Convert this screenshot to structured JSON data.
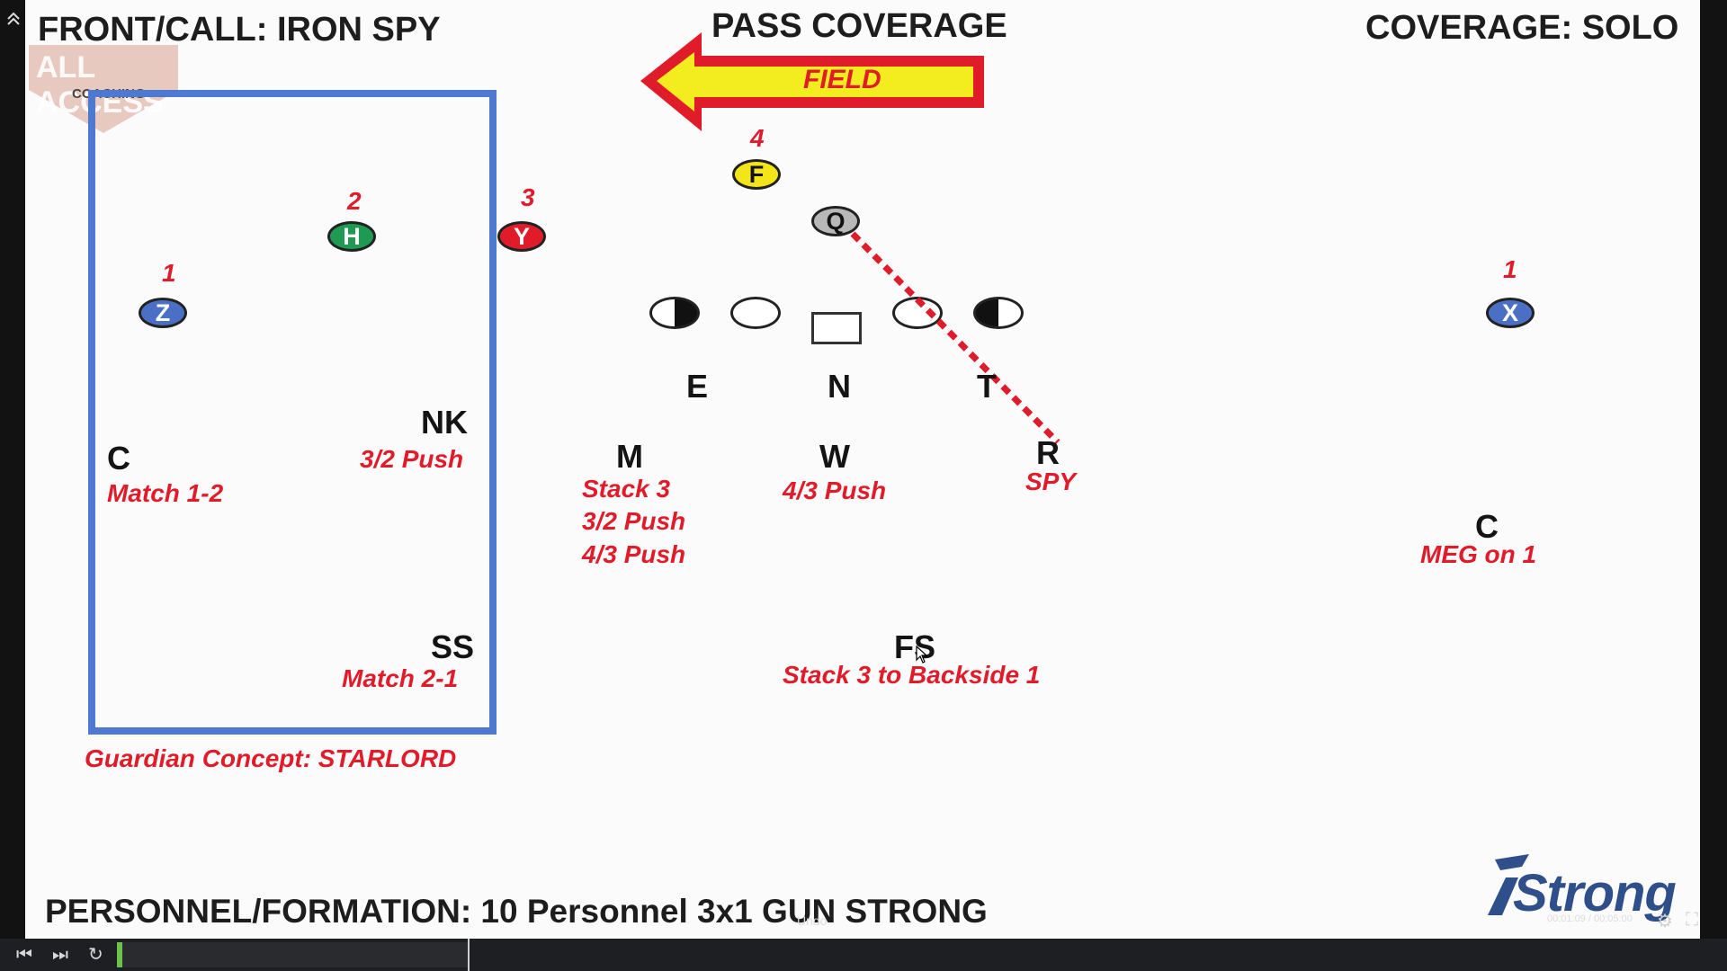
{
  "header": {
    "front_call": "FRONT/CALL: IRON SPY",
    "pass_coverage": "PASS COVERAGE",
    "coverage": "COVERAGE: SOLO"
  },
  "watermark": {
    "line1": "ALL ACCESS",
    "line2": "COACHING"
  },
  "field_arrow": "FIELD",
  "offense": {
    "z": {
      "label": "Z",
      "num": "1"
    },
    "h": {
      "label": "H",
      "num": "2"
    },
    "y": {
      "label": "Y",
      "num": "3"
    },
    "f": {
      "label": "F",
      "num": "4"
    },
    "q": {
      "label": "Q"
    },
    "x": {
      "label": "X",
      "num": "1"
    }
  },
  "defense": {
    "c_left": {
      "pos": "C",
      "assignment": "Match 1-2"
    },
    "nk": {
      "pos": "NK",
      "assignment": "3/2 Push"
    },
    "ss": {
      "pos": "SS",
      "assignment": "Match 2-1"
    },
    "e": {
      "pos": "E"
    },
    "n": {
      "pos": "N"
    },
    "t": {
      "pos": "T"
    },
    "m": {
      "pos": "M",
      "line1": "Stack 3",
      "line2": "3/2 Push",
      "line3": "4/3 Push"
    },
    "w": {
      "pos": "W",
      "assignment": "4/3 Push"
    },
    "r": {
      "pos": "R",
      "assignment": "SPY"
    },
    "c_right": {
      "pos": "C",
      "assignment": "MEG on 1"
    },
    "fs": {
      "pos": "FS",
      "assignment": "Stack 3 to Backside 1"
    }
  },
  "guardian": "Guardian Concept: STARLORD",
  "footer": "PERSONNEL/FORMATION: 10 Personnel 3x1 GUN STRONG",
  "brand": "Strong",
  "player_controls": {
    "undo": "Undo",
    "time": "00:01:09 / 00:05:00"
  },
  "colors": {
    "red_text": "#e11c2a",
    "box": "#4e79d1",
    "z_x": "#4a6fc4",
    "h": "#1f9a52",
    "y": "#e11c2a",
    "f": "#f4e51a",
    "q": "#b8b8b8"
  }
}
